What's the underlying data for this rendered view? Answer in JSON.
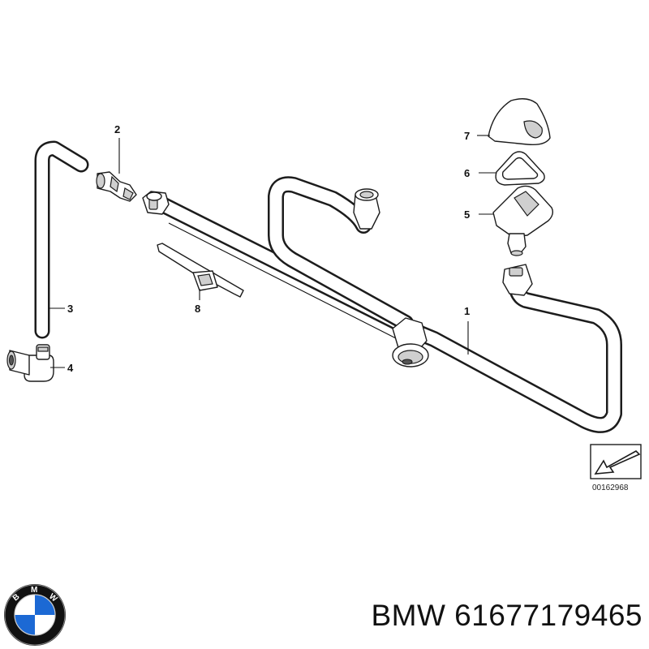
{
  "diagram": {
    "callouts": [
      {
        "id": "c1",
        "label": "1"
      },
      {
        "id": "c2",
        "label": "2"
      },
      {
        "id": "c3",
        "label": "3"
      },
      {
        "id": "c4",
        "label": "4"
      },
      {
        "id": "c5",
        "label": "5"
      },
      {
        "id": "c6",
        "label": "6"
      },
      {
        "id": "c7",
        "label": "7"
      },
      {
        "id": "c8",
        "label": "8"
      }
    ],
    "reference_number": "00162968"
  },
  "logo": {
    "brand_letters": [
      "B",
      "M",
      "W"
    ],
    "colors": {
      "blue": "#1c69d4",
      "white": "#ffffff",
      "ring": "#111111"
    }
  },
  "caption": {
    "text": "BMW 61677179465"
  }
}
